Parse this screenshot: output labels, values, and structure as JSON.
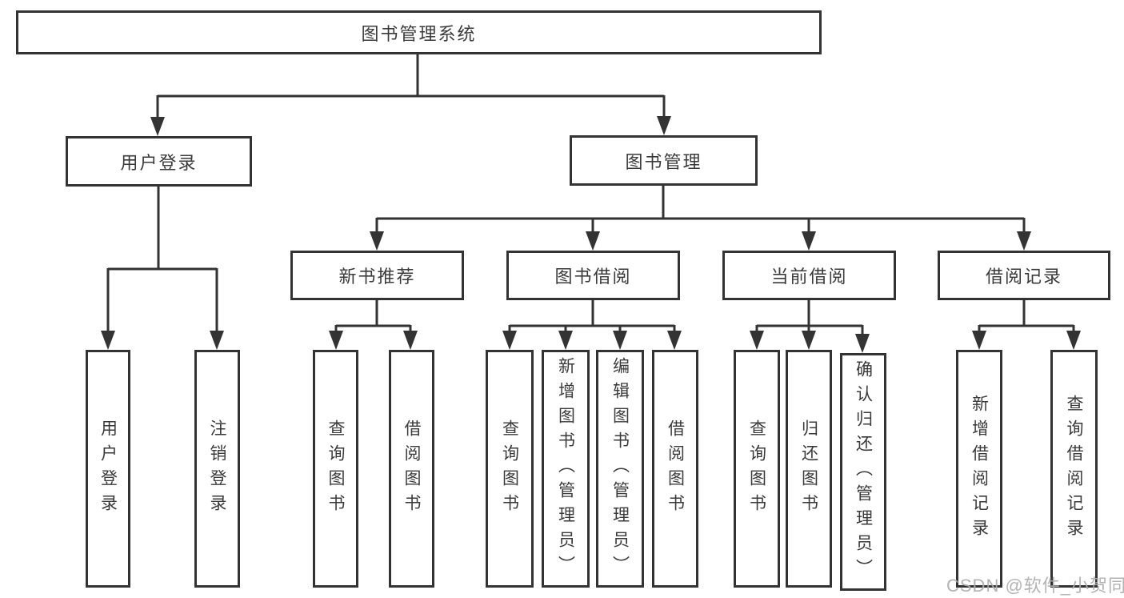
{
  "diagram_title": "图书管理系统",
  "hierarchy": {
    "label": "图书管理系统",
    "children": [
      {
        "label": "用户登录",
        "children": [
          {
            "label": "用户登录"
          },
          {
            "label": "注销登录"
          }
        ]
      },
      {
        "label": "图书管理",
        "children": [
          {
            "label": "新书推荐",
            "children": [
              {
                "label": "查询图书"
              },
              {
                "label": "借阅图书"
              }
            ]
          },
          {
            "label": "图书借阅",
            "children": [
              {
                "label": "查询图书"
              },
              {
                "label": "新增图书（管理员）"
              },
              {
                "label": "编辑图书（管理员）"
              },
              {
                "label": "借阅图书"
              }
            ]
          },
          {
            "label": "当前借阅",
            "children": [
              {
                "label": "查询图书"
              },
              {
                "label": "归还图书"
              },
              {
                "label": "确认归还（管理员）"
              }
            ]
          },
          {
            "label": "借阅记录",
            "children": [
              {
                "label": "新增借阅记录"
              },
              {
                "label": "查询借阅记录"
              }
            ]
          }
        ]
      }
    ]
  },
  "watermark": "CSDN @软件_小贺同学",
  "colors": {
    "line": "#333333",
    "node_border": "#333333",
    "node_text": "#3a3a3a",
    "background": "#ffffff",
    "watermark": "#adadad"
  }
}
